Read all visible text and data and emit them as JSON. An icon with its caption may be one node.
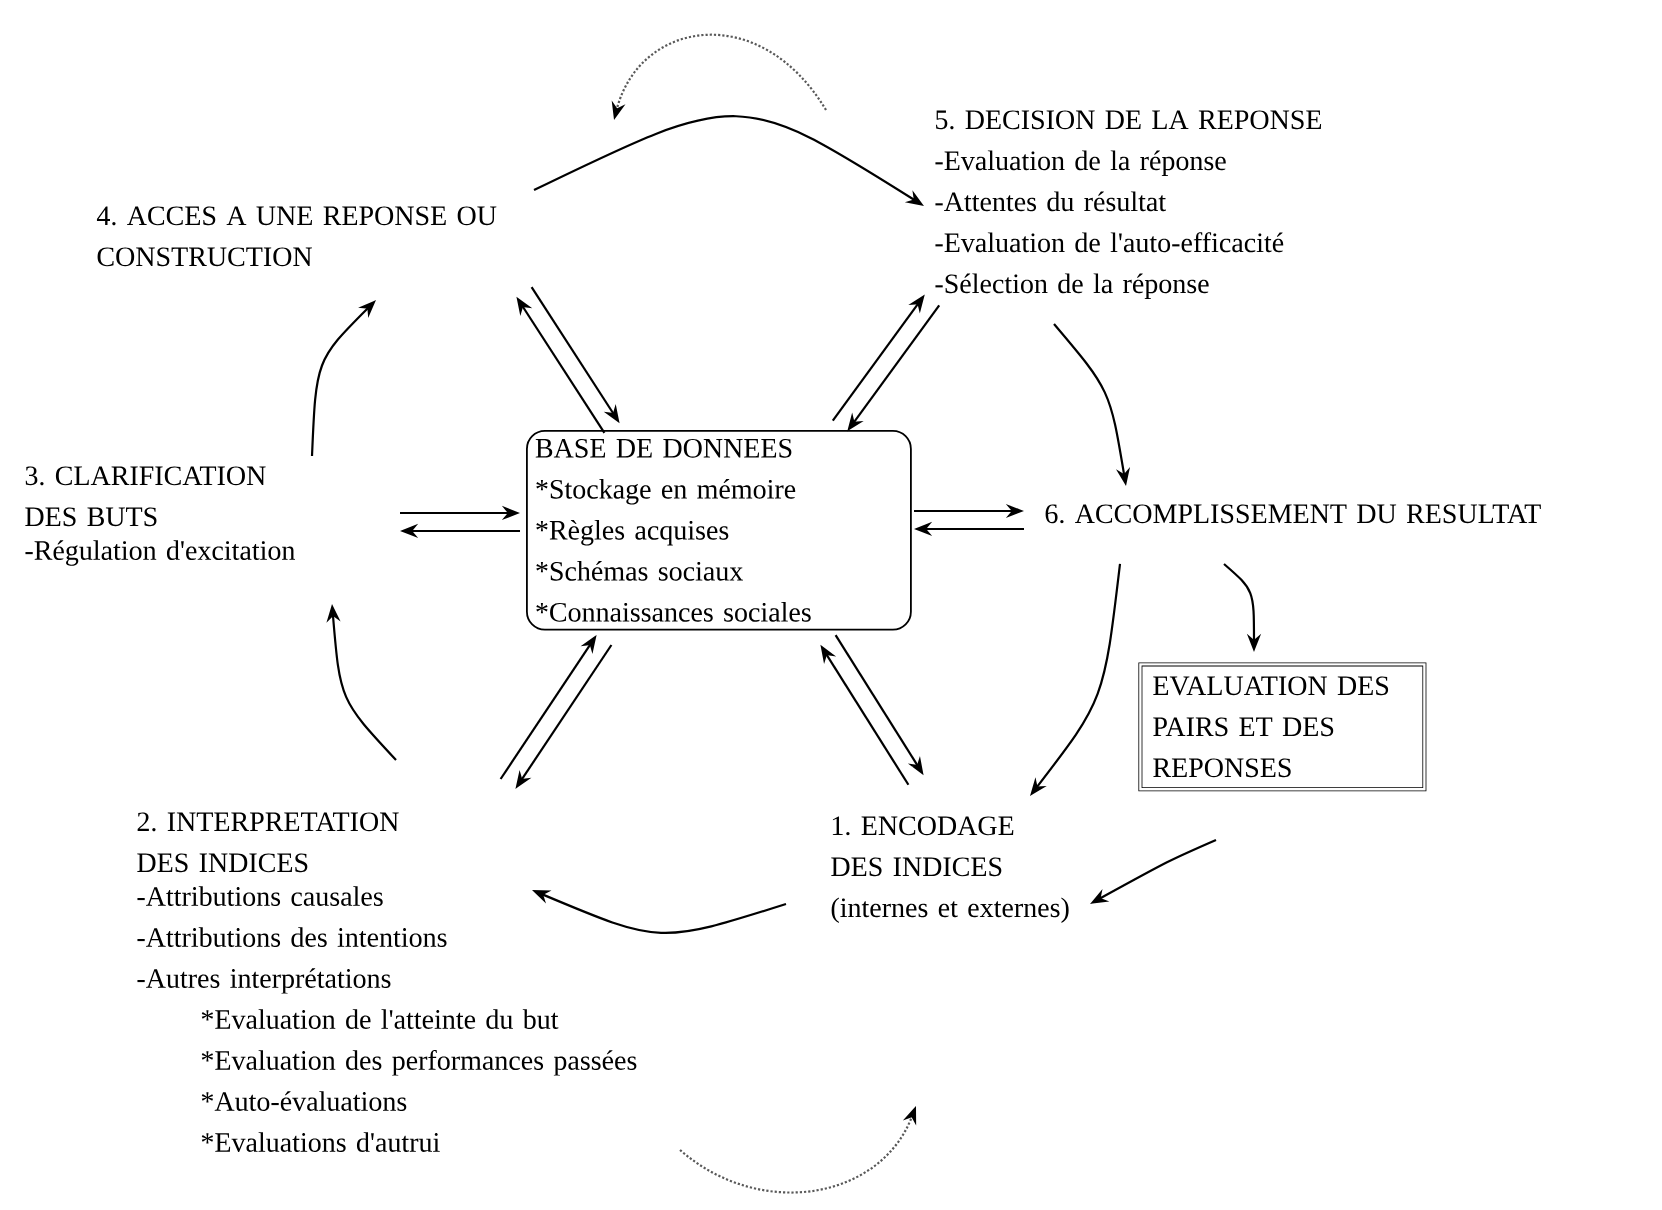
{
  "diagram": {
    "nodes": [
      {
        "text": [
          "4. ACCES A UNE REPONSE OU CONSTRUCTION"
        ]
      },
      {
        "text": [
          "5. DECISION DE LA REPONSE",
          "-Evaluation de la réponse",
          "-Attentes du résultat",
          "-Evaluation de l'auto-efficacité",
          "-Sélection de la réponse"
        ]
      },
      {
        "text": [
          "3. CLARIFICATION DES BUTS",
          "-Régulation d'excitation"
        ]
      },
      {
        "text": [
          "BASE DE DONNEES",
          "*Stockage en mémoire",
          "*Règles acquises",
          "*Schémas sociaux",
          "*Connaissances sociales"
        ]
      },
      {
        "text": [
          "6. ACCOMPLISSEMENT DU RESULTAT"
        ]
      },
      {
        "text": [
          "EVALUATION DES PAIRS ET DES REPONSES"
        ]
      },
      {
        "text": [
          "2. INTERPRETATION DES INDICES",
          "-Attributions causales",
          "-Attributions des intentions",
          "-Autres interprétations",
          "*Evaluation de l'atteinte du but",
          "*Evaluation des performances passées",
          "*Auto-évaluations",
          "*Evaluations d'autrui"
        ]
      },
      {
        "text": [
          "1. ENCODAGE DES INDICES",
          "(internes et externes)"
        ]
      }
    ],
    "edges": [
      {
        "from": 7,
        "to": 6,
        "arrow": "to"
      },
      {
        "from": 6,
        "to": 2,
        "arrow": "to"
      },
      {
        "from": 2,
        "to": 0,
        "arrow": "to"
      },
      {
        "from": 0,
        "to": 1,
        "arrow": "to"
      },
      {
        "from": 1,
        "to": 4,
        "arrow": "to"
      },
      {
        "from": 4,
        "to": 7,
        "arrow": "to"
      },
      {
        "from": 4,
        "to": 5,
        "arrow": "to"
      },
      {
        "from": 5,
        "to": 7,
        "arrow": "to"
      },
      {
        "from": 0,
        "to": 3,
        "arrow": "to"
      },
      {
        "from": 3,
        "to": 0,
        "arrow": "to"
      },
      {
        "from": 1,
        "to": 3,
        "arrow": "to"
      },
      {
        "from": 3,
        "to": 1,
        "arrow": "to"
      },
      {
        "from": 2,
        "to": 3,
        "arrow": "to"
      },
      {
        "from": 3,
        "to": 2,
        "arrow": "to"
      },
      {
        "from": 4,
        "to": 3,
        "arrow": "to"
      },
      {
        "from": 3,
        "to": 4,
        "arrow": "to"
      },
      {
        "from": 6,
        "to": 3,
        "arrow": "to"
      },
      {
        "from": 3,
        "to": 6,
        "arrow": "to"
      },
      {
        "from": 7,
        "to": 3,
        "arrow": "to"
      },
      {
        "from": 3,
        "to": 7,
        "arrow": "to"
      }
    ]
  }
}
